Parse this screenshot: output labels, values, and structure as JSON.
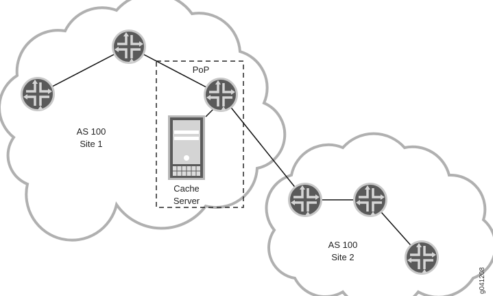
{
  "labels": {
    "pop": "PoP",
    "site1_line1": "AS 100",
    "site1_line2": "Site 1",
    "cache_line1": "Cache",
    "cache_line2": "Server",
    "site2_line1": "AS 100",
    "site2_line2": "Site 2",
    "figure_id": "g041208"
  },
  "colors": {
    "cloud_stroke": "#b0b0b0",
    "router_fill": "#5a5a5a",
    "router_ring": "#c8c8c8",
    "arrow": "#d6d6d6"
  }
}
